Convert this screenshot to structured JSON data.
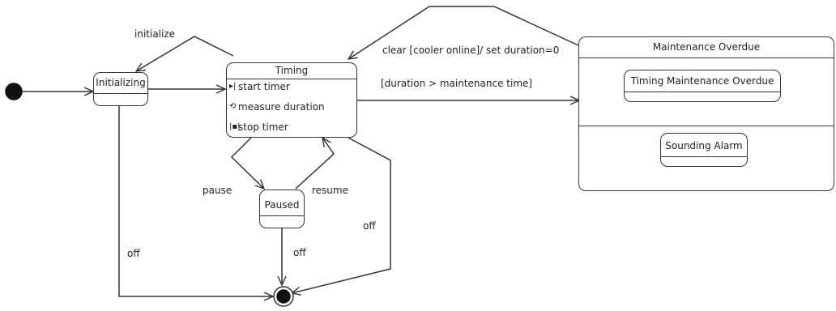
{
  "states": {
    "initializing": "Initializing",
    "timing": "Timing",
    "paused": "Paused",
    "maintenance_overdue": "Maintenance Overdue",
    "timing_maintenance_overdue": "Timing Maintenance Overdue",
    "sounding_alarm": "Sounding Alarm"
  },
  "timing_activities": [
    {
      "icon": "start-icon",
      "label": "start timer"
    },
    {
      "icon": "measure-icon",
      "label": "measure duration"
    },
    {
      "icon": "stop-icon",
      "label": "stop timer"
    }
  ],
  "transitions": {
    "initialize": "initialize",
    "clear": "clear [cooler online]/ set duration=0",
    "duration": "[duration > maintenance time]",
    "pause": "pause",
    "resume": "resume",
    "off_initializing": "off",
    "off_paused": "off",
    "off_timing": "off"
  }
}
